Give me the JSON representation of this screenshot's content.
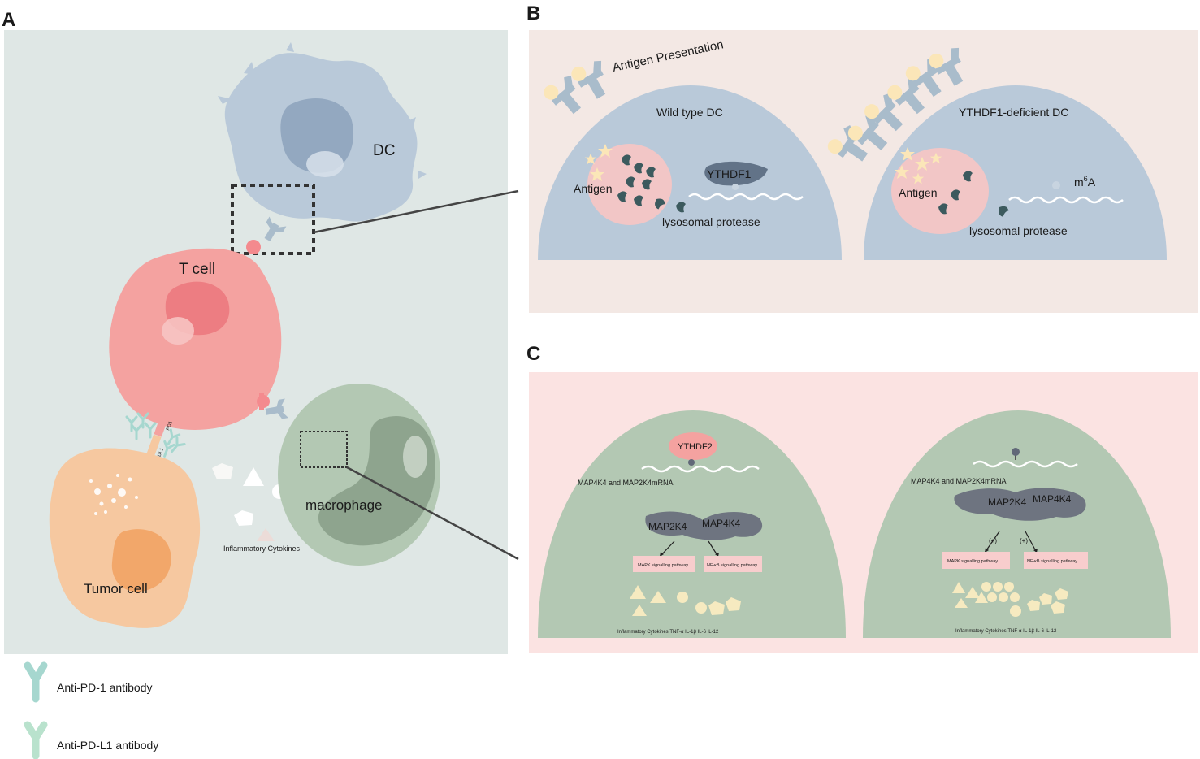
{
  "panels": {
    "a": "A",
    "b": "B",
    "c": "C"
  },
  "panel_a": {
    "dc": "DC",
    "t_cell": "T cell",
    "macrophage": "macrophage",
    "tumor_cell": "Tumor cell",
    "cytokines": "Inflammatory Cytokines",
    "pd1": "PD1",
    "pdl1": "PDL1"
  },
  "panel_b": {
    "antigen_presentation": "Antigen Presentation",
    "wild_type": "Wild type  DC",
    "deficient": "YTHDF1-deficient DC",
    "antigen_left": "Antigen",
    "antigen_right": "Antigen",
    "ythdf1": "YTHDF1",
    "m6a_base": "m",
    "m6a_sup": "6",
    "m6a_tail": "A",
    "protease_left": "lysosomal protease",
    "protease_right": "lysosomal protease"
  },
  "panel_c": {
    "ythdf2": "YTHDF2",
    "mrna_left": "MAP4K4 and MAP2K4mRNA",
    "mrna_right": "MAP4K4 and MAP2K4mRNA",
    "map2k4_left": "MAP2K4",
    "map4k4_left": "MAP4K4",
    "map2k4_right": "MAP2K4",
    "map4k4_right": "MAP4K4",
    "mapk_left": "MAPK signalling pathway",
    "nfkb_left": "NF-κB signalling pathway",
    "mapk_right": "MAPK signalling pathway",
    "nfkb_right": "NF-κB signalling pathway",
    "plus_left": "(+)",
    "plus_right": "(+)",
    "cytokines_left": "Inflammatory Cytokines:TNF-α IL-1β IL-6 IL-12",
    "cytokines_right": "Inflammatory Cytokines:TNF-α IL-1β IL-6 IL-12"
  },
  "legend": {
    "anti_pd1": "Anti-PD-1 antibody",
    "anti_pdl1": "Anti-PD-L1 antibody"
  },
  "colors": {
    "panel_a_bg": "#dfe7e5",
    "panel_b_bg": "#f3e8e4",
    "panel_c_bg": "#fbe3e2",
    "dc": "#b9c9d9",
    "t_cell": "#f4a2a0",
    "macrophage": "#b3c8b3",
    "tumor": "#f6c8a0",
    "antibody": "#a6d7cf",
    "dark_protease": "#3c5a5e"
  }
}
